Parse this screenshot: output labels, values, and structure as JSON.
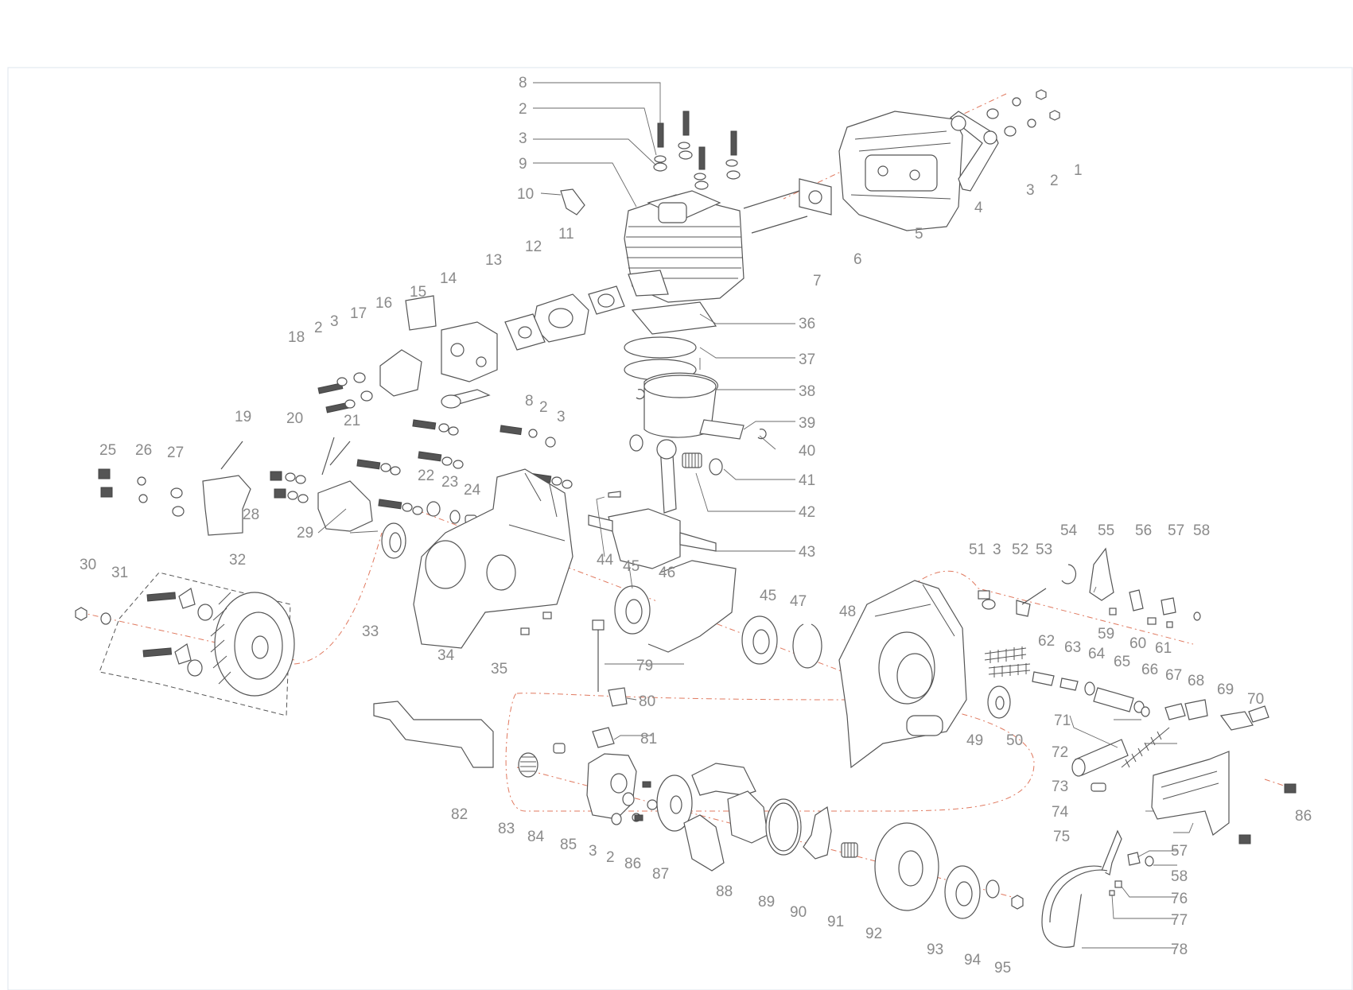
{
  "diagram": {
    "type": "exploded-parts-diagram",
    "callout_color": "#8a8a8a",
    "line_color": "#555555",
    "axis_color": "#e0795f",
    "callouts": [
      "1",
      "2",
      "3",
      "4",
      "5",
      "6",
      "7",
      "8",
      "9",
      "10",
      "11",
      "12",
      "13",
      "14",
      "15",
      "16",
      "17",
      "18",
      "19",
      "20",
      "21",
      "22",
      "23",
      "24",
      "25",
      "26",
      "27",
      "28",
      "29",
      "30",
      "31",
      "32",
      "33",
      "34",
      "35",
      "36",
      "37",
      "38",
      "39",
      "40",
      "41",
      "42",
      "43",
      "44",
      "45",
      "46",
      "47",
      "48",
      "49",
      "50",
      "51",
      "52",
      "53",
      "54",
      "55",
      "56",
      "57",
      "58",
      "59",
      "60",
      "61",
      "62",
      "63",
      "64",
      "65",
      "66",
      "67",
      "68",
      "69",
      "70",
      "71",
      "72",
      "73",
      "74",
      "75",
      "76",
      "77",
      "78",
      "79",
      "80",
      "81",
      "82",
      "83",
      "84",
      "85",
      "86",
      "87",
      "88",
      "89",
      "90",
      "91",
      "92",
      "93",
      "94",
      "95"
    ],
    "repeated": {
      "r2a": "2",
      "r2b": "2",
      "r2c": "2",
      "r2d": "2",
      "r3a": "3",
      "r3b": "3",
      "r3c": "3",
      "r3d": "3",
      "r3e": "3",
      "r8a": "8",
      "r45a": "45",
      "r57a": "57",
      "r58a": "58",
      "r86a": "86"
    }
  }
}
